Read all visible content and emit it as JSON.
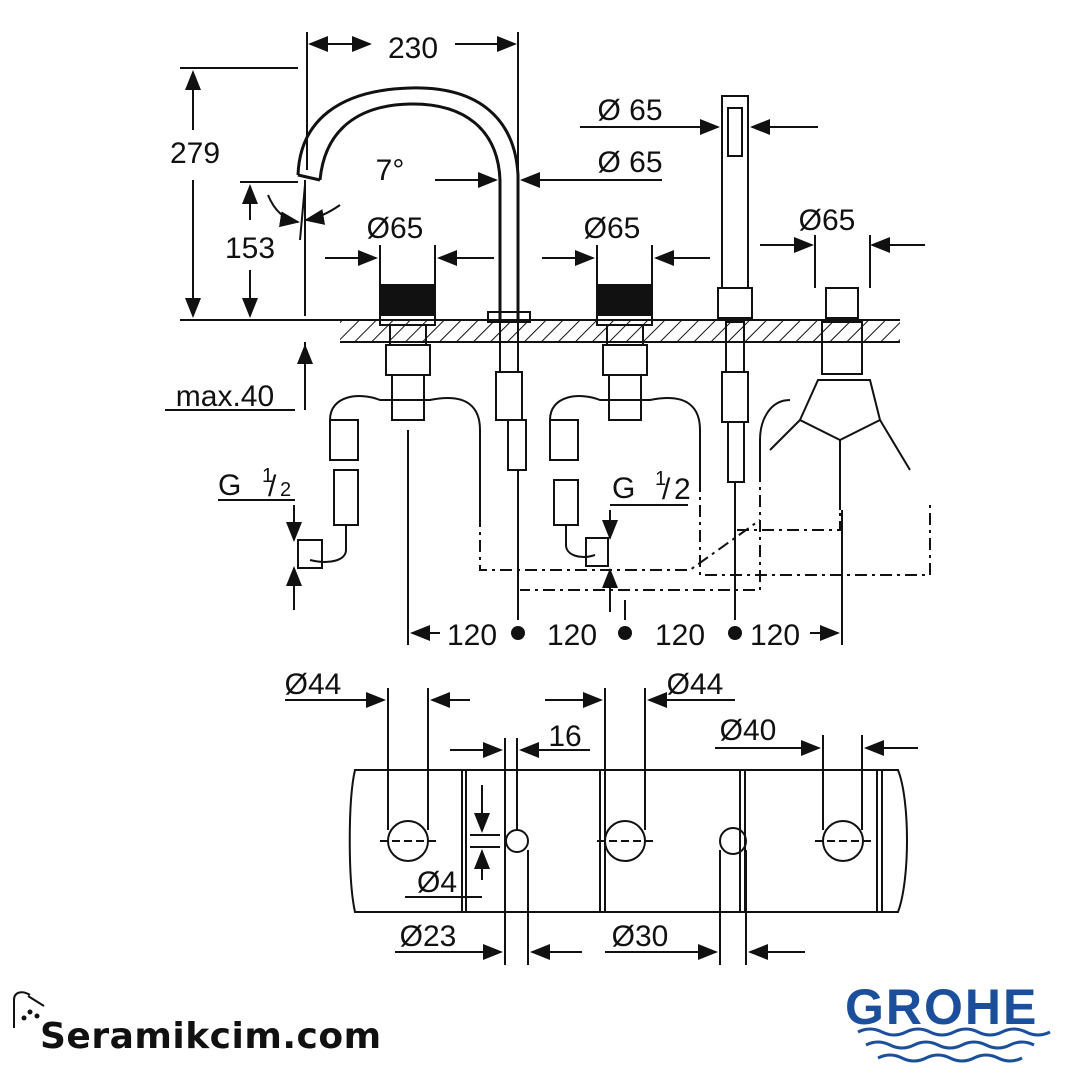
{
  "dimensions": {
    "spout_reach": "230",
    "height_total": "279",
    "height_spout": "153",
    "spout_angle": "7°",
    "dia_handshower": "Ø 65",
    "dia_spout": "Ø 65",
    "dia_handle_left": "Ø65",
    "dia_handle_mid": "Ø65",
    "dia_diverter": "Ø65",
    "max_thickness": "max.40",
    "thread_left": "G",
    "thread_mid": "G",
    "thread_frac_num": "1",
    "thread_frac_den": "2",
    "spacing": [
      "120",
      "120",
      "120",
      "120"
    ],
    "hole_dia_a": "Ø44",
    "hole_dia_b": "Ø44",
    "hole_dia_c": "Ø40",
    "pin_offset": "16",
    "pin_dia": "Ø4",
    "hole_dia_d": "Ø23",
    "hole_dia_e": "Ø30"
  },
  "watermark": "Seramikcim.com",
  "brand": "GROHE",
  "colors": {
    "line": "#111111",
    "brand": "#1b4f9c"
  },
  "icons": [
    "shower-head-icon",
    "grohe-water-waves-icon"
  ]
}
